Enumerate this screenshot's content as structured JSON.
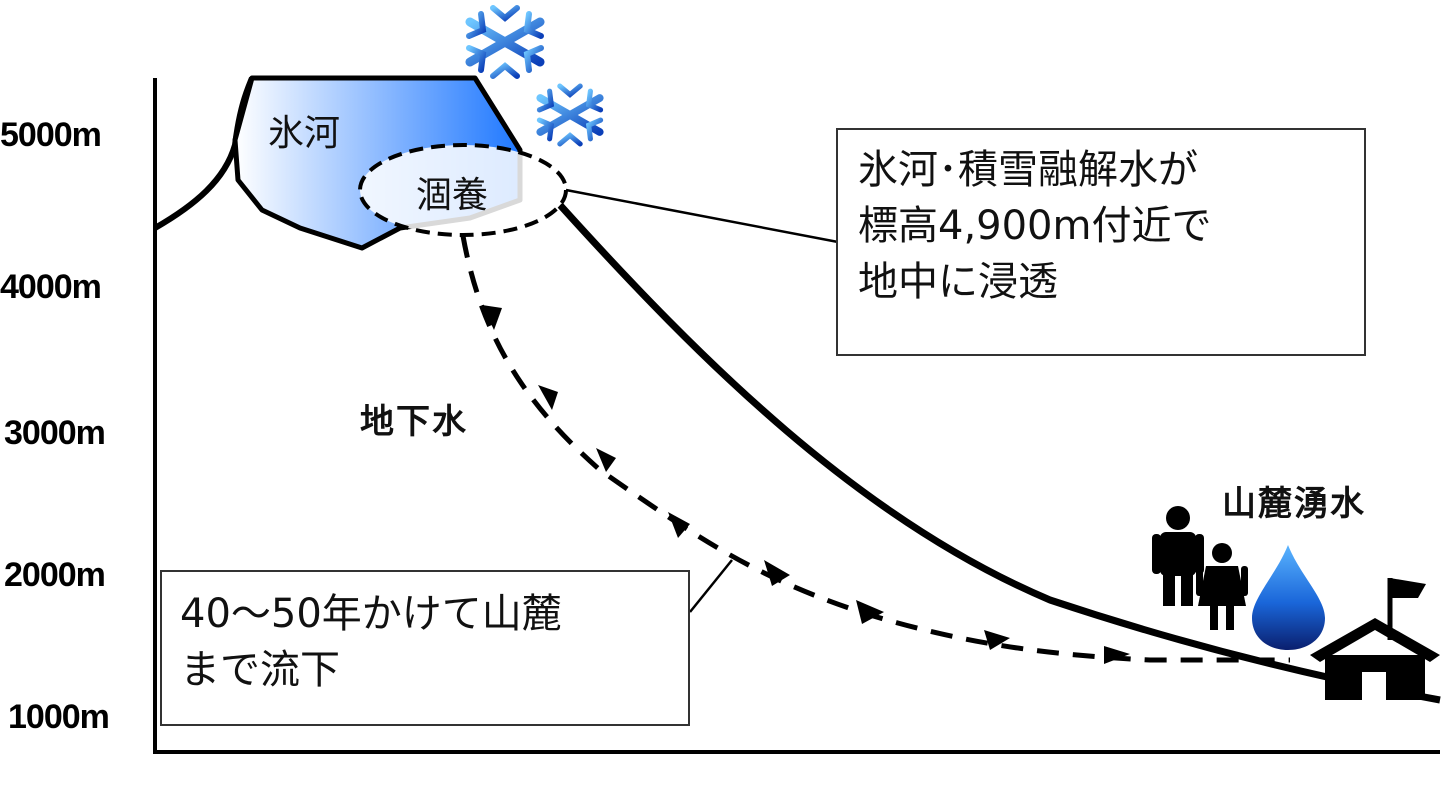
{
  "altitude_labels": [
    "5000m",
    "4000m",
    "3000m",
    "2000m",
    "1000m"
  ],
  "glacier_label": "氷河",
  "moraine_label": "涸養",
  "groundwater_label": "地下水",
  "spring_label": "山麓湧水",
  "callout_top": "氷河･積雪融解水が\n標高4,900m付近で\n地中に浸透",
  "callout_bottom": "40～50年かけて山麓\nまで流下",
  "colors": {
    "snowflake": "#1e5fd6",
    "glacier_top": "#2f80ff",
    "glacier_bottom": "#ffffff",
    "drop_top": "#4aa8ff",
    "drop_bottom": "#0a2a8a",
    "ink": "#000000"
  },
  "icons": [
    "snowflake-icon",
    "snowflake-icon",
    "man-icon",
    "woman-icon",
    "water-drop-icon",
    "house-icon",
    "flag-icon"
  ]
}
